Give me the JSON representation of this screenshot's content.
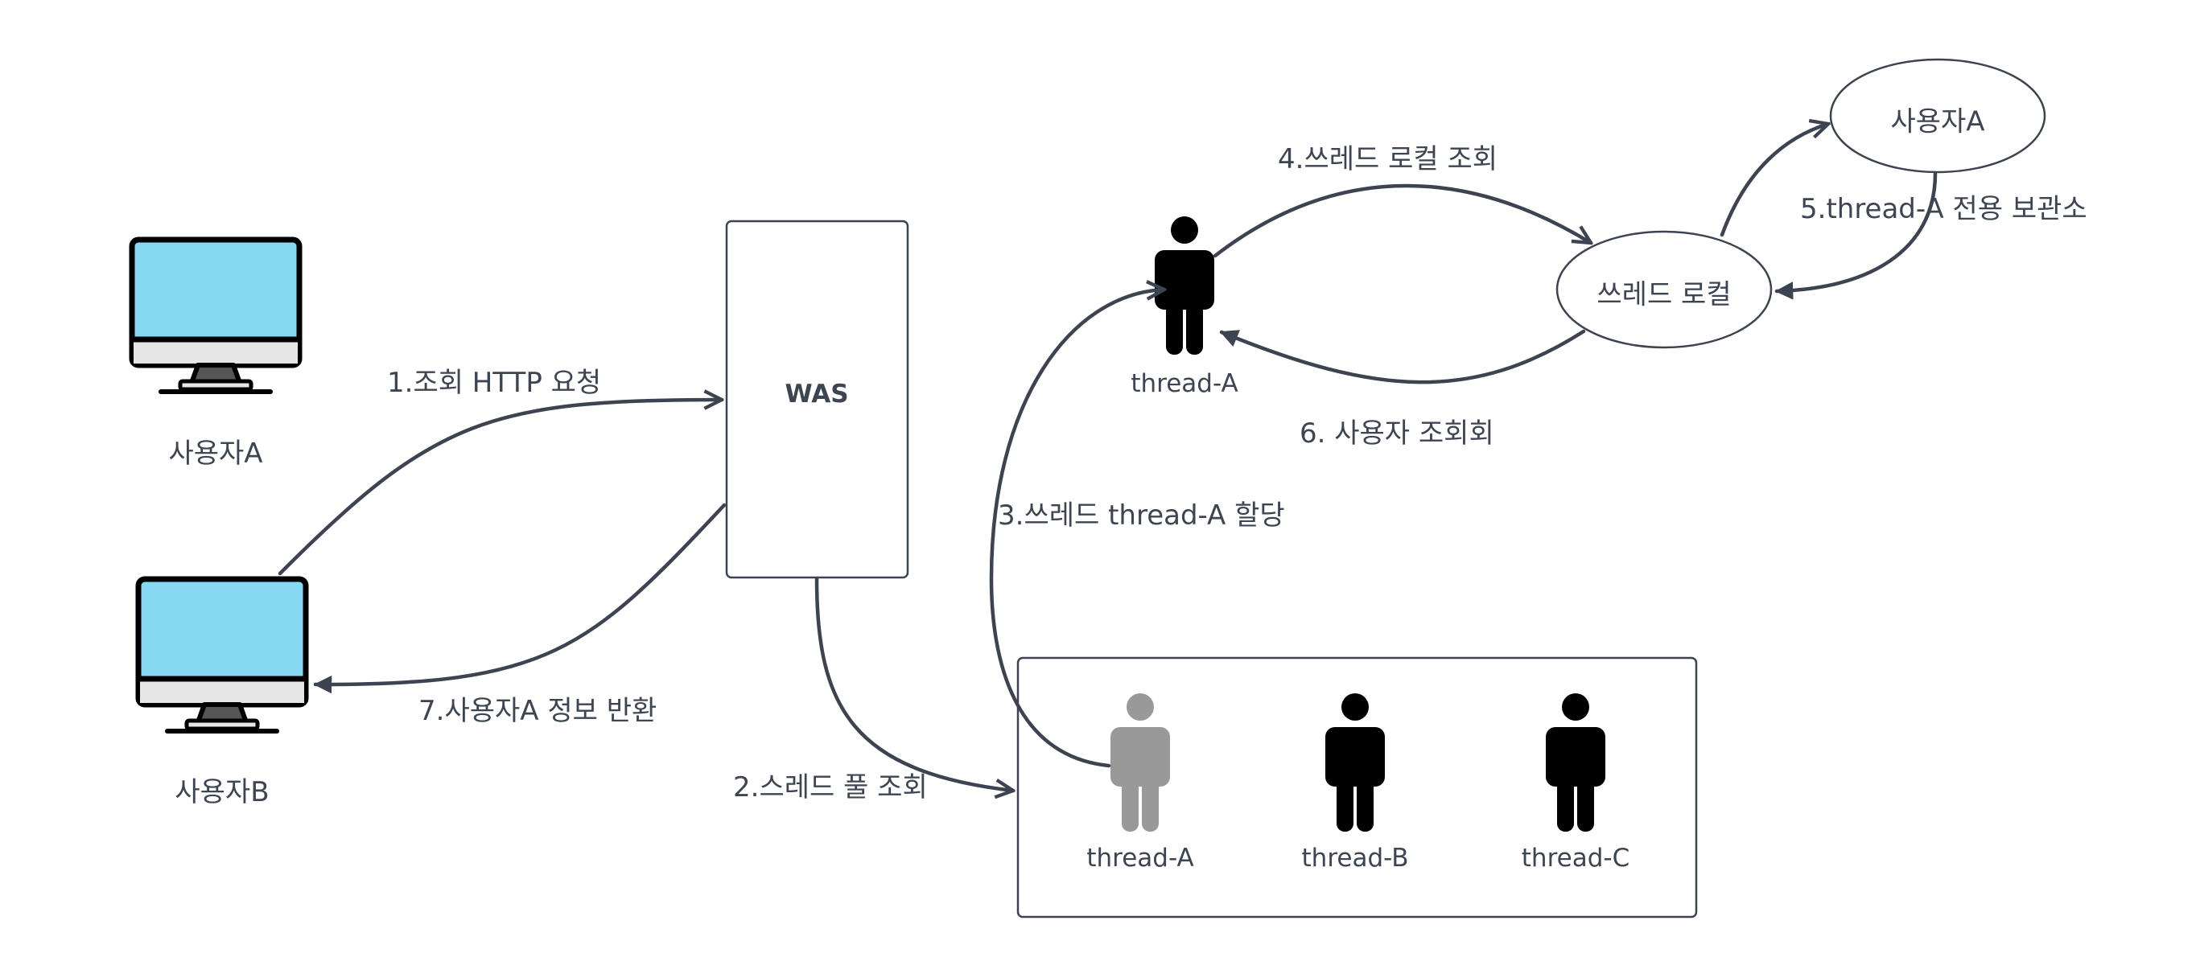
{
  "nodes": {
    "monitor_a_label": "사용자A",
    "monitor_b_label": "사용자B",
    "was_label": "WAS",
    "active_thread_label": "thread-A",
    "thread_local_label": "쓰레드 로컬",
    "storage_user_label": "사용자A",
    "pool_threads": [
      {
        "label": "thread-A",
        "state": "in-use"
      },
      {
        "label": "thread-B",
        "state": "idle"
      },
      {
        "label": "thread-C",
        "state": "idle"
      }
    ]
  },
  "edges": {
    "step1": "1.조회 HTTP 요청",
    "step2": "2.스레드 풀 조회",
    "step3": "3.쓰레드 thread-A 할당",
    "step4": "4.쓰레드 로컬 조회",
    "step5": "5.thread-A 전용 보관소",
    "step6": "6. 사용자 조회회",
    "step7": "7.사용자A 정보 반환"
  },
  "colors": {
    "screen": "#87d8f3",
    "monitor_frame": "#000000",
    "monitor_base": "#e6e6e6",
    "line": "#3d4350",
    "text": "#3d4452",
    "thread_active": "#000000",
    "thread_in_use": "#999999"
  },
  "icons": [
    "monitor-icon",
    "person-icon"
  ]
}
